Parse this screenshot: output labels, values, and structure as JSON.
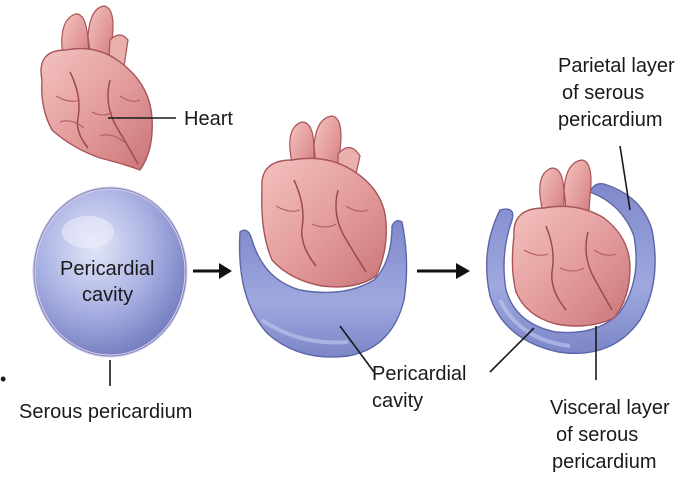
{
  "labels": {
    "heart": "Heart",
    "pericardial_cavity_1_line1": "Pericardial",
    "pericardial_cavity_1_line2": "cavity",
    "serous_pericardium": "Serous pericardium",
    "pericardial_cavity_2_line1": "Pericardial",
    "pericardial_cavity_2_line2": "cavity",
    "parietal_line1": "Parietal layer",
    "parietal_line2": "of serous",
    "parietal_line3": "pericardium",
    "visceral_line1": "Visceral layer",
    "visceral_line2": "of serous",
    "visceral_line3": "pericardium",
    "bullet": "•"
  },
  "colors": {
    "heart_fill": "#e8a3a3",
    "heart_dark": "#b55a5e",
    "heart_light": "#f4c7c2",
    "sac_fill": "#8f99d4",
    "sac_light": "#c3c9ee",
    "sac_dark": "#5c66a8",
    "line": "#1a1a1a"
  }
}
